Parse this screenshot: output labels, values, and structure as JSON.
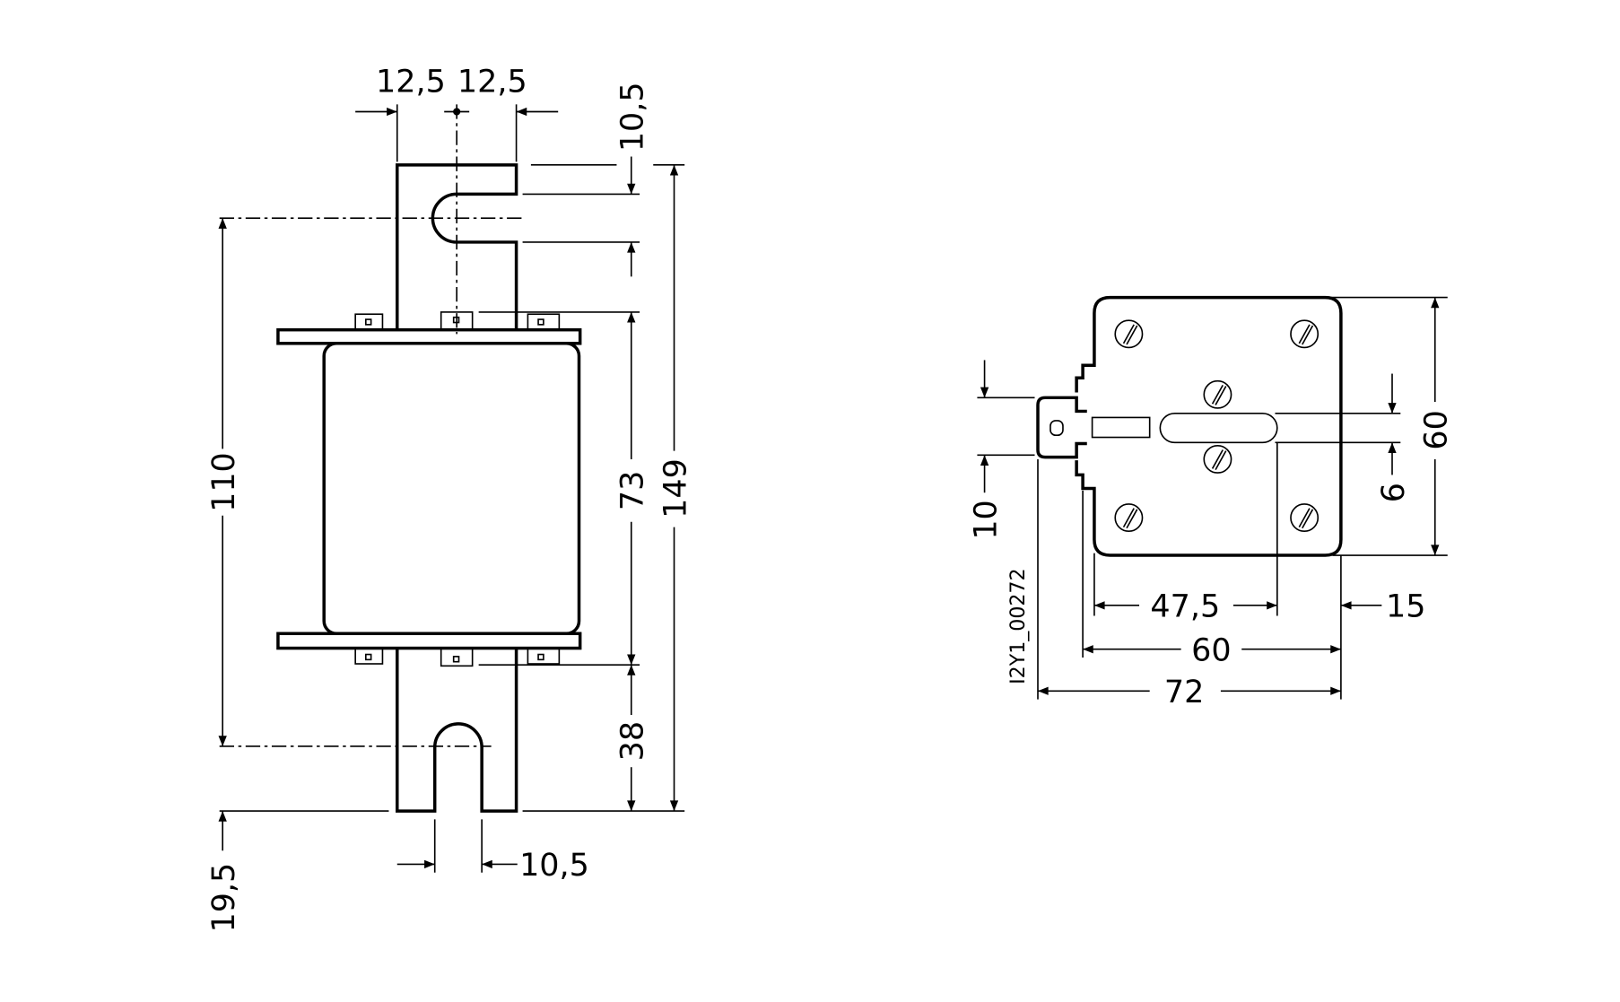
{
  "drawing_id": "I2Y1_00272",
  "side_view": {
    "dims": {
      "tab_half_left": "12,5",
      "tab_half_right": "12,5",
      "slot_top": "10,5",
      "hole_spacing": "110",
      "body_height": "73",
      "overall_length": "149",
      "tab_bottom": "38",
      "slot_depth": "19,5",
      "slot_width": "10,5"
    }
  },
  "front_view": {
    "dims": {
      "indicator_height": "10",
      "slot_height": "6",
      "plate_height": "60",
      "slot_offset": "47,5",
      "edge_offset": "15",
      "plate_width": "60",
      "overall_width": "72"
    }
  }
}
